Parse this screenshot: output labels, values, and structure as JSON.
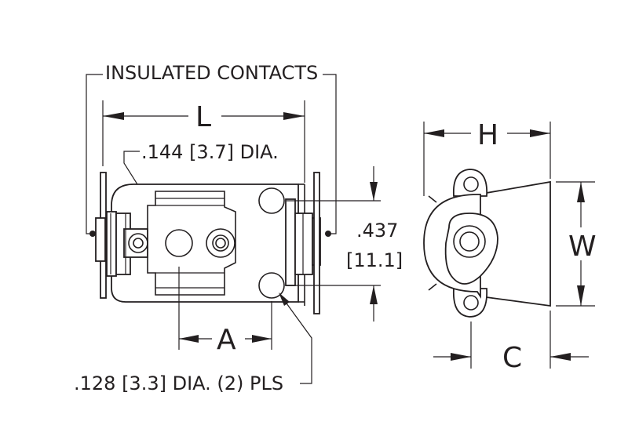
{
  "labels": {
    "insulated_contacts": "INSULATED CONTACTS",
    "L": "L",
    "hole_144": ".144 [3.7] DIA.",
    "dim_437": ".437",
    "dim_11_1": "[11.1]",
    "A": "A",
    "hole_128": ".128 [3.3] DIA. (2) PLS",
    "H": "H",
    "W": "W",
    "C": "C"
  },
  "colors": {
    "ink": "#231f20",
    "background": "#ffffff"
  }
}
